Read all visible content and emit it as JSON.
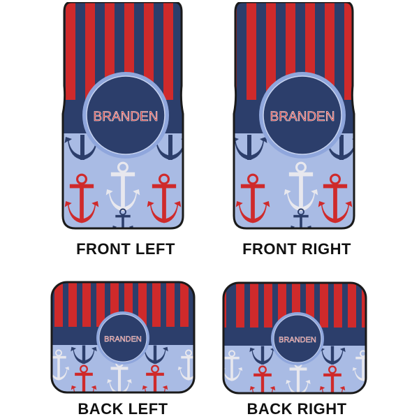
{
  "product": {
    "name_on_mat": "BRANDEN",
    "colors": {
      "navy": "#2c3e6b",
      "red": "#cf2a2b",
      "light_blue": "#a9bbe4",
      "ring": "#8fa6dc",
      "white_anchor": "#e8e8ee",
      "border": "#1a1a1a"
    }
  },
  "mats": [
    {
      "label": "FRONT LEFT",
      "position": "front-left"
    },
    {
      "label": "FRONT RIGHT",
      "position": "front-right"
    },
    {
      "label": "BACK LEFT",
      "position": "back-left"
    },
    {
      "label": "BACK RIGHT",
      "position": "back-right"
    }
  ]
}
